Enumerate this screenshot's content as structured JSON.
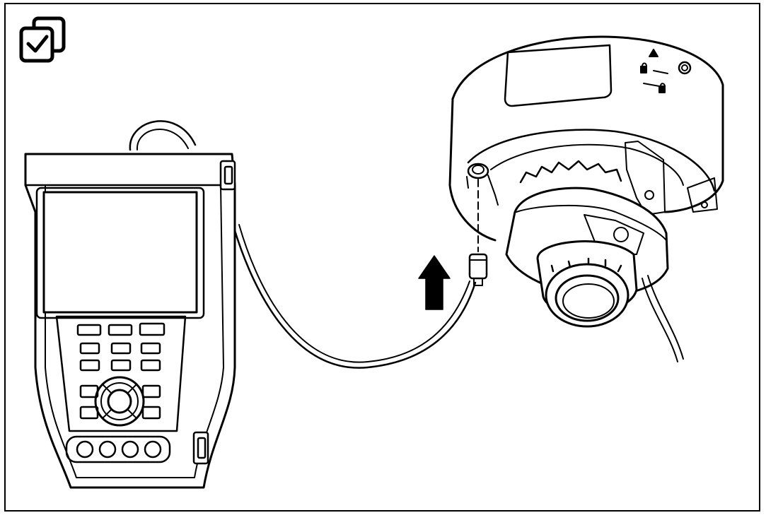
{
  "figure": {
    "badge_icon": "checked-copy-icon",
    "arrow_direction": "up",
    "colors": {
      "ink": "#000000",
      "paper": "#ffffff",
      "screen_fill": "#f2f2f2"
    }
  },
  "tester": {
    "soft_keys": 3,
    "number_keys_rows": 2,
    "bottom_round_buttons": 4
  },
  "camera_markings": {
    "lock_symbols": [
      "locked",
      "unlocked"
    ]
  }
}
